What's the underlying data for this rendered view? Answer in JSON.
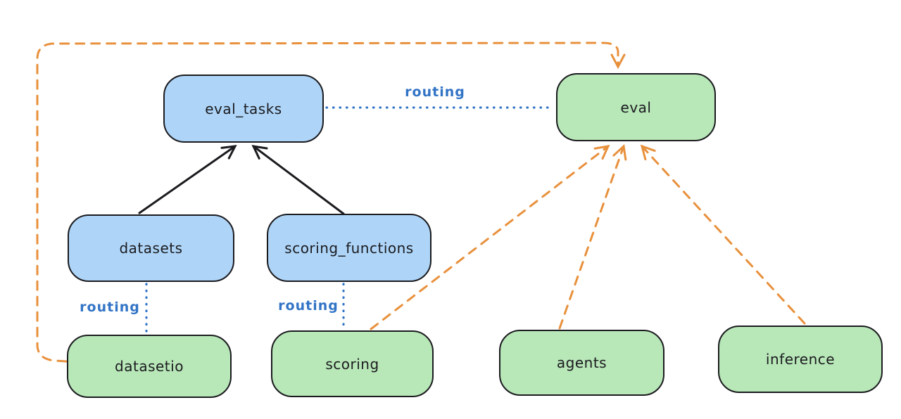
{
  "diagram": {
    "type": "architecture-flow-diagram",
    "colors": {
      "background": "#ffffff",
      "blue_node_fill": "#aed5f8",
      "green_node_fill": "#b8e7b8",
      "node_stroke": "#1b1b1f",
      "solid_arrow": "#1b1b1f",
      "dashed_arrow_orange": "#e8913d",
      "routing_blue": "#3274c6"
    },
    "nodes": [
      {
        "id": "eval_tasks",
        "label": "eval_tasks",
        "fill": "blue"
      },
      {
        "id": "eval",
        "label": "eval",
        "fill": "green"
      },
      {
        "id": "datasets",
        "label": "datasets",
        "fill": "blue"
      },
      {
        "id": "scoring_functions",
        "label": "scoring_functions",
        "fill": "blue"
      },
      {
        "id": "datasetio",
        "label": "datasetio",
        "fill": "green"
      },
      {
        "id": "scoring",
        "label": "scoring",
        "fill": "green"
      },
      {
        "id": "agents",
        "label": "agents",
        "fill": "green"
      },
      {
        "id": "inference",
        "label": "inference",
        "fill": "green"
      }
    ],
    "edges": [
      {
        "from": "datasets",
        "to": "eval_tasks",
        "style": "solid-arrow",
        "color": "black"
      },
      {
        "from": "scoring_functions",
        "to": "eval_tasks",
        "style": "solid-arrow",
        "color": "black"
      },
      {
        "from": "eval_tasks",
        "to": "eval",
        "style": "dotted-line",
        "color": "blue",
        "label": "routing"
      },
      {
        "from": "datasets",
        "to": "datasetio",
        "style": "dotted-line",
        "color": "blue",
        "label": "routing"
      },
      {
        "from": "scoring_functions",
        "to": "scoring",
        "style": "dotted-line",
        "color": "blue",
        "label": "routing"
      },
      {
        "from": "scoring",
        "to": "eval",
        "style": "dashed-arrow",
        "color": "orange"
      },
      {
        "from": "agents",
        "to": "eval",
        "style": "dashed-arrow",
        "color": "orange"
      },
      {
        "from": "inference",
        "to": "eval",
        "style": "dashed-arrow",
        "color": "orange"
      },
      {
        "from": "datasetio",
        "to": "eval",
        "style": "dashed-arrow",
        "color": "orange",
        "route": "left-and-over-top"
      }
    ]
  }
}
